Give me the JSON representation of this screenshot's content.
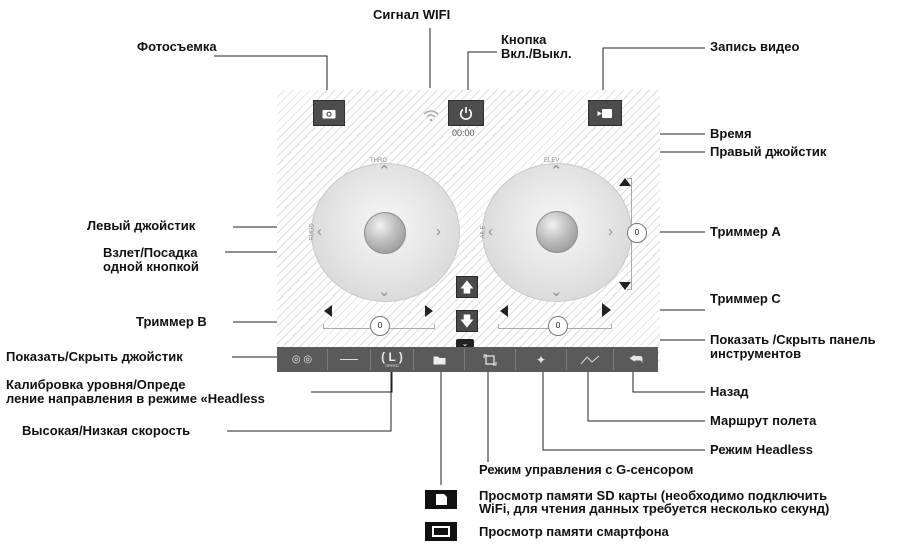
{
  "screen": {
    "time": "00:00",
    "left_joystick_axes": {
      "top": "THRO",
      "left": "RUDD"
    },
    "right_joystick_axes": {
      "top": "ELEV",
      "left": "AILE"
    },
    "trimmer_a_value": "0",
    "trimmer_b_value": "0",
    "trimmer_c_value": "0",
    "speed_button_sub": "SPEED"
  },
  "callouts": {
    "wifi_signal": "Сигнал WIFI",
    "photo": "Фотосъемка",
    "power_button": "Кнопка\nВкл./Выкл.",
    "video_record": "Запись видео",
    "time": "Время",
    "right_joystick": "Правый джойстик",
    "left_joystick": "Левый джойстик",
    "trimmer_a": "Триммер А",
    "takeoff_landing": "Взлет/Посадка\nодной кнопкой",
    "trimmer_b": "Триммер В",
    "trimmer_c": "Триммер С",
    "toggle_joystick": "Показать/Скрыть джойстик",
    "toggle_toolbar": "Показать /Скрыть панель\nинструментов",
    "calibration": "Калибровка уровня/Опреде\nление направления в режиме «Headless",
    "back": "Назад",
    "flight_route": "Маршрут полета",
    "speed": "Высокая/Низкая скорость",
    "headless_mode": "Режим Headless",
    "gsensor_mode": "Режим управления  с G-сенсором"
  },
  "legend": [
    {
      "icon": "sd-card-icon",
      "text": "Просмотр памяти SD карты (необходимо подключить\nWiFi, для чтения данных требуется несколько секунд)"
    },
    {
      "icon": "smartphone-icon",
      "text": "Просмотр памяти смартфона"
    }
  ]
}
